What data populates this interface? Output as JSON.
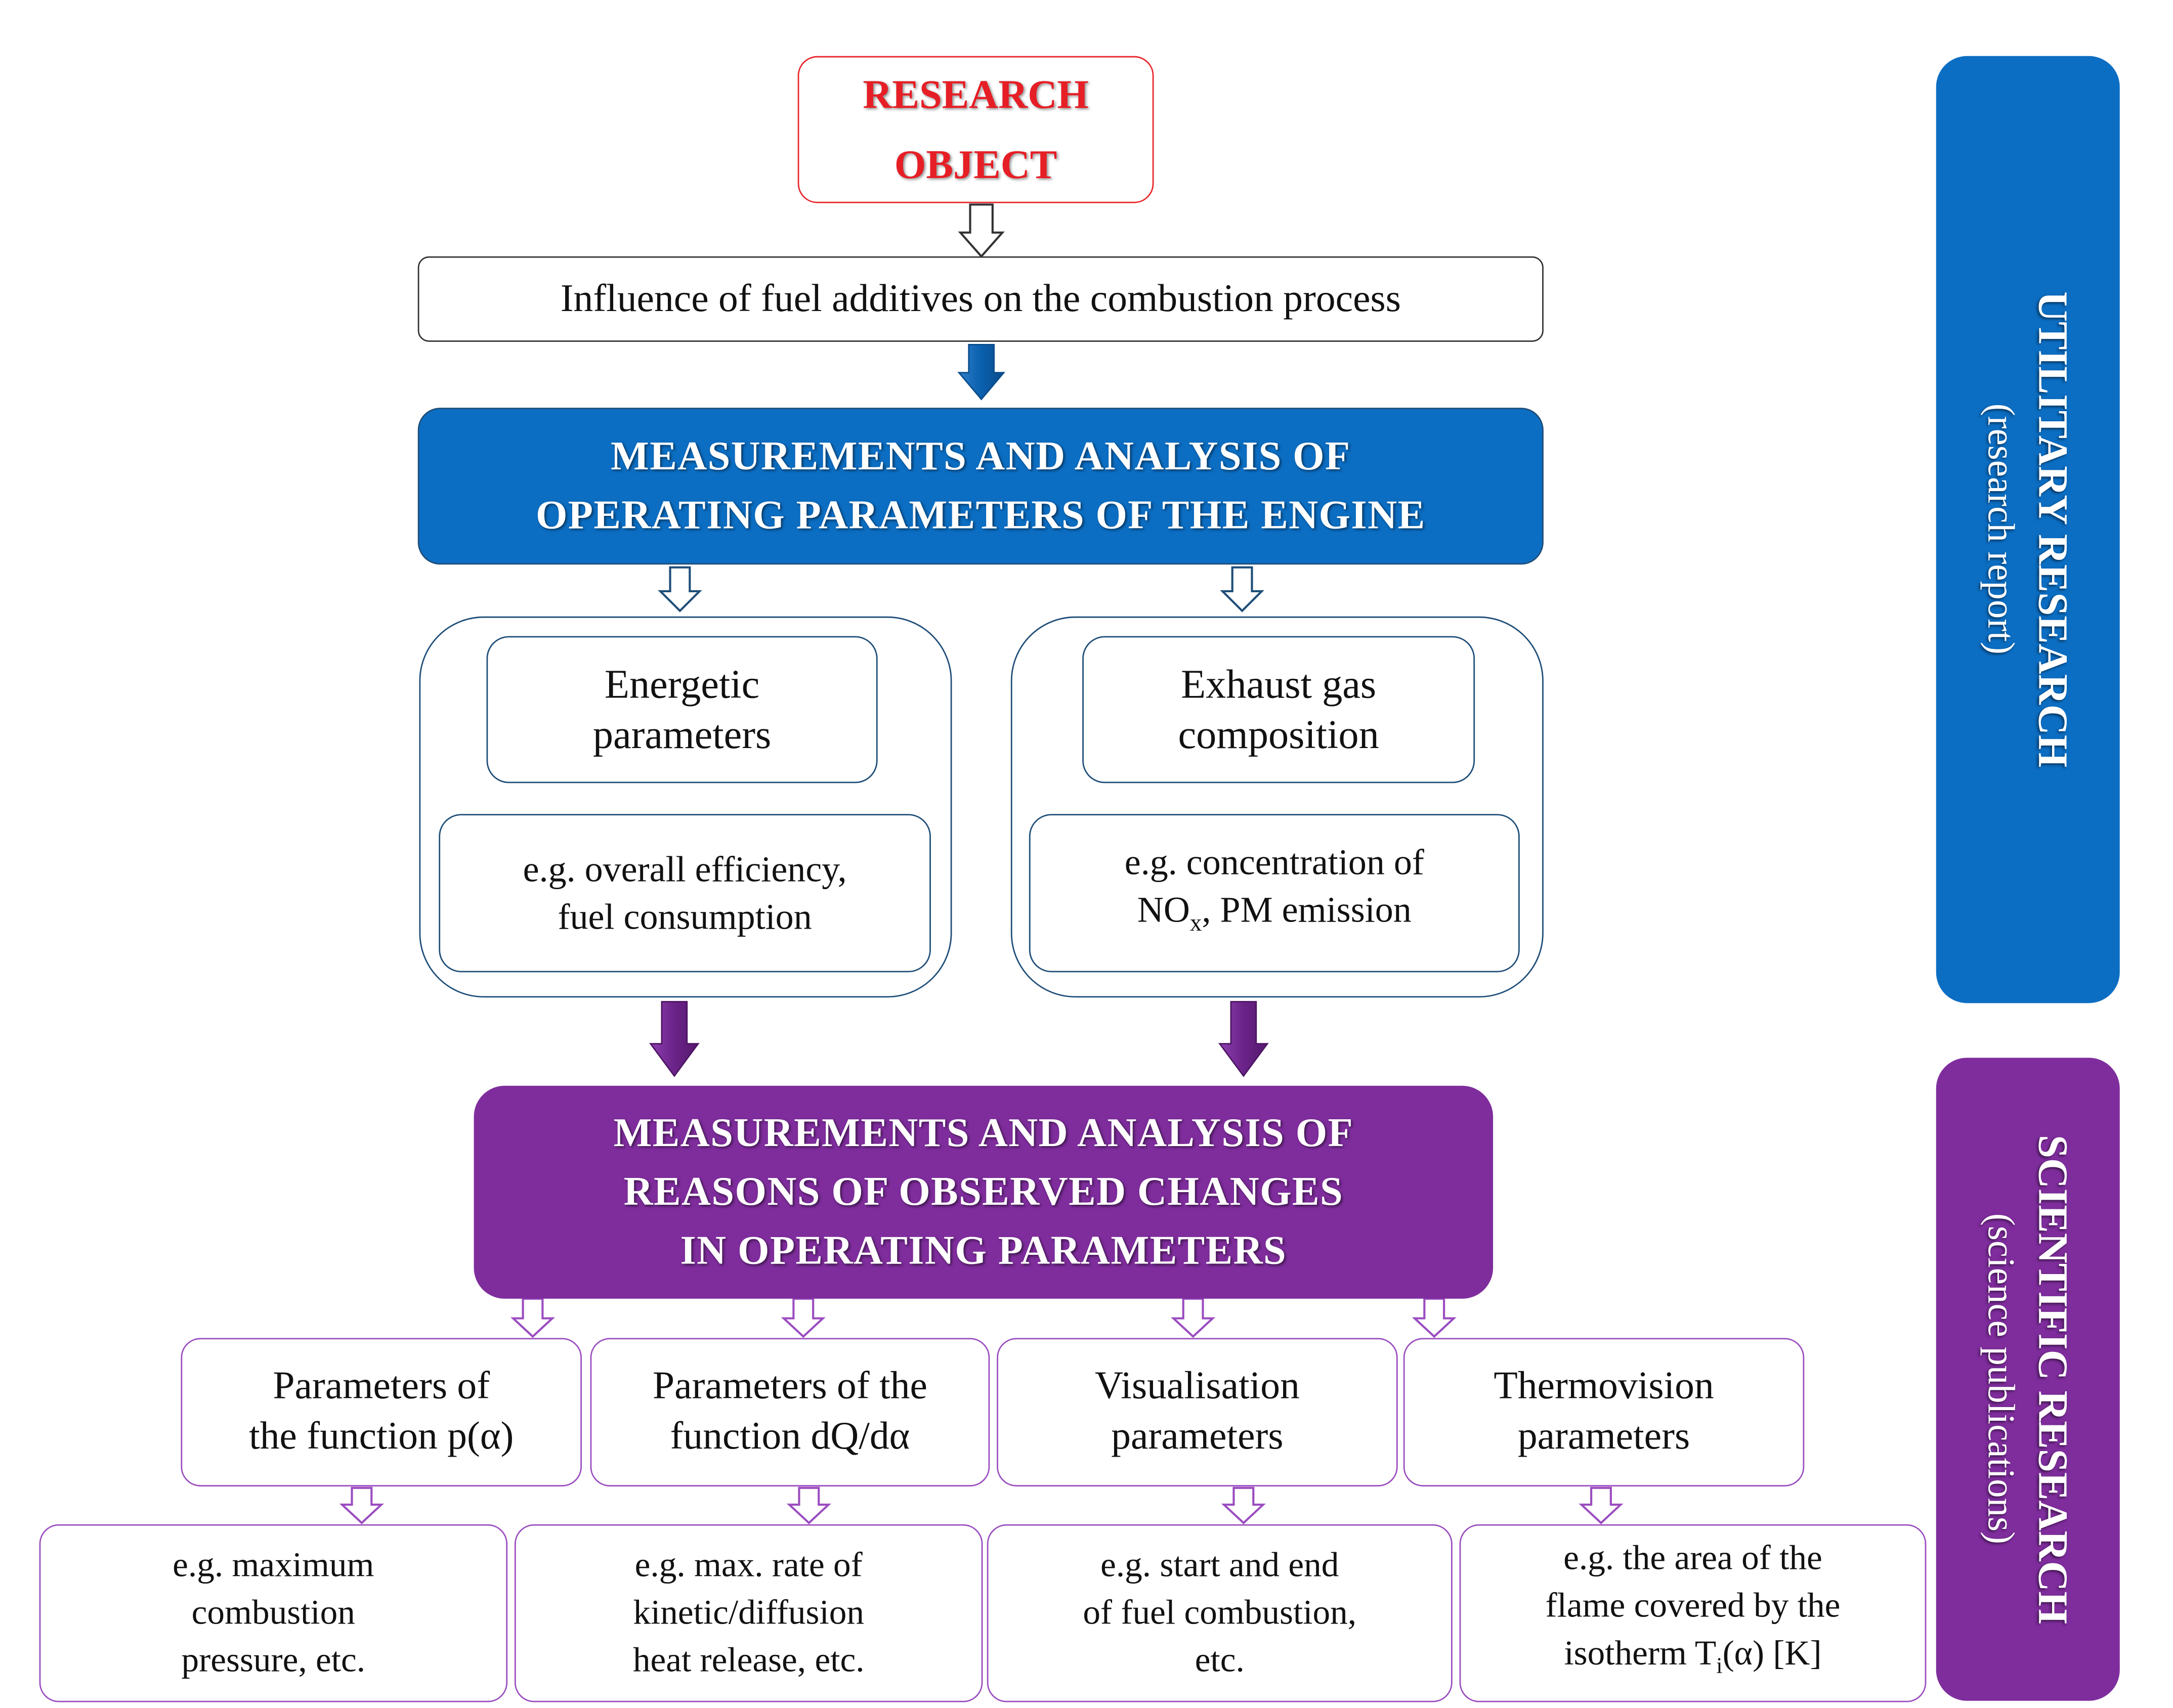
{
  "research_object": {
    "line1": "RESEARCH",
    "line2": "OBJECT"
  },
  "influence": "Influence of fuel additives on the combustion process",
  "operating": {
    "line1": "MEASUREMENTS  AND ANALYSIS OF",
    "line2": "OPERATING  PARAMETERS  OF THE  ENGINE"
  },
  "energetic": {
    "title1": "Energetic",
    "title2": "parameters",
    "ex1": "e.g. overall efficiency,",
    "ex2": "fuel consumption"
  },
  "exhaust": {
    "title1": "Exhaust gas",
    "title2": "composition",
    "ex1": "e.g. concentration  of",
    "ex2_pre": "NO",
    "ex2_sub": "x",
    "ex2_post": ", PM emission"
  },
  "reasons": {
    "line1": "MEASUREMENTS  AND ANALYSIS OF",
    "line2": "REASONS OF OBSERVED CHANGES",
    "line3": "IN OPERATING  PARAMETERS"
  },
  "params": [
    {
      "title1": "Parameters of",
      "title2": "the function p(α)",
      "ex1": "e.g. maximum",
      "ex2": "combustion",
      "ex3": "pressure, etc."
    },
    {
      "title1": "Parameters of the",
      "title2": "function dQ/dα",
      "ex1": "e.g. max. rate of",
      "ex2": "kinetic/diffusion",
      "ex3": "heat release,  etc."
    },
    {
      "title1": "Visualisation",
      "title2": "parameters",
      "ex1": "e.g. start and end",
      "ex2": "of fuel combustion,",
      "ex3": "etc."
    },
    {
      "title1": "Thermovision",
      "title2": "parameters",
      "ex1": "e.g. the area  of the",
      "ex2": "flame covered by the",
      "ex3_pre": "isotherm  T",
      "ex3_sub": "i",
      "ex3_post": "(α) [K]"
    }
  ],
  "utilitary": {
    "title": "UTILITARY RESEARCH",
    "sub": "(research report)"
  },
  "scientific": {
    "title": "SCIENTIFIC RESEARCH",
    "sub": "(science publications)"
  },
  "colors": {
    "red": "#e61e25",
    "blue": "#0c6ec3",
    "purple": "#7f2d9d",
    "purple_border": "#9b4dc0",
    "navy_border": "#1f4e79"
  }
}
